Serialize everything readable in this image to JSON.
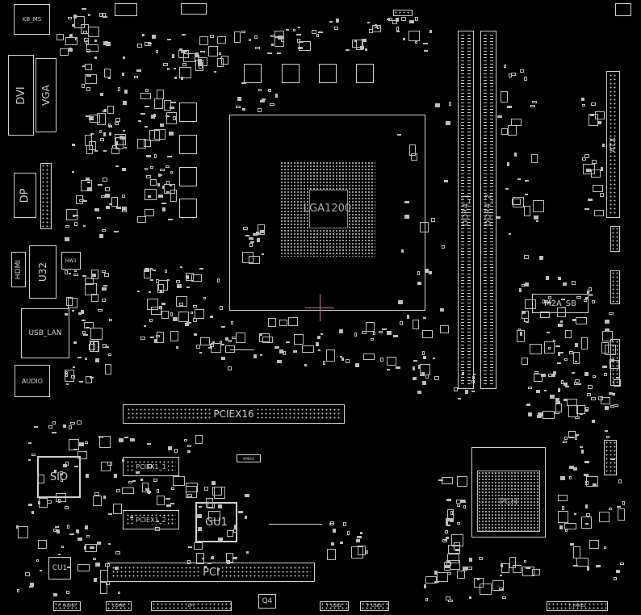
{
  "board": {
    "labels": {
      "kb_ms": "KB_MS",
      "dvi": "DVI",
      "vga": "VGA",
      "dp": "DP",
      "hdmi": "HDMI",
      "u32": "U32",
      "usb_lan": "USB_LAN",
      "audio": "AUDIO",
      "sio": "SIO",
      "gu1": "GU1",
      "cu1": "CU1",
      "pci": "PCI",
      "pciex16": "PCIEX16",
      "pciex1_1": "PCIEX1_1",
      "pciex1_2": "PCIEX1_2",
      "lga": "LGA1200",
      "ddr4_1": "DDR4_1",
      "ddr4_2": "DDR4_2",
      "atx": "ATX",
      "m2a_sb": "M2A_SB",
      "q4": "Q4",
      "f_panel": "F_PANEL",
      "f_usb2": "F_USB2",
      "f_usb1": "F_USB1",
      "f_audio": "F_AUDIO",
      "com": "COMB",
      "hw1": "HW1",
      "lpt": "LPT",
      "smbus": "SMBUS",
      "pch": "PCH"
    },
    "colors": {
      "background": "#000000",
      "outline": "#d0d0d0",
      "crosshair": "#c07a94"
    }
  }
}
